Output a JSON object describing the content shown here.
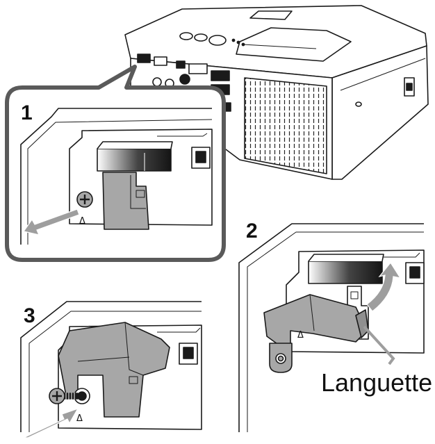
{
  "steps": [
    {
      "number": "1"
    },
    {
      "number": "2"
    },
    {
      "number": "3"
    }
  ],
  "callout": {
    "label": "Languette"
  },
  "markers": {
    "triangle": "Δ"
  },
  "colors": {
    "outline": "#1a1a1a",
    "cover_gray": "#a7a7a7",
    "port_gray": "#8f8f8f",
    "arrow_gray": "#9e9e9e",
    "frame_gray": "#5a5a5a"
  }
}
